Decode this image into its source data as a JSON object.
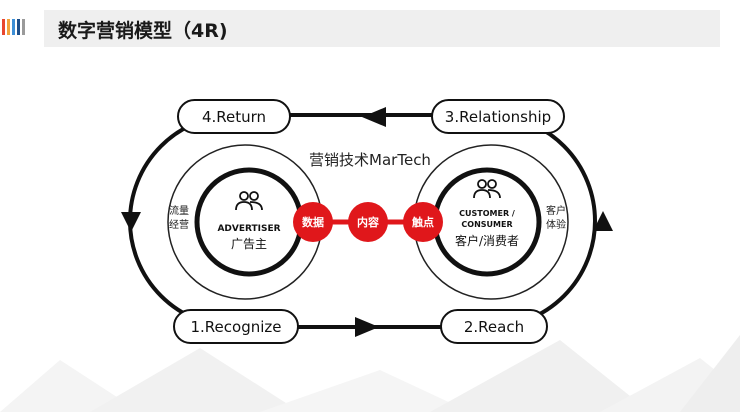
{
  "header": {
    "title": "数字营销模型（4R)",
    "logo_colors": [
      "#e8472f",
      "#f2a23a",
      "#3d8fd6",
      "#1c4e8a",
      "#9a9a9a"
    ]
  },
  "diagram": {
    "steps": {
      "return": "4.Return",
      "relationship": "3.Relationship",
      "recognize": "1.Recognize",
      "reach": "2.Reach"
    },
    "martech": "营销技术MarTech",
    "left_side": {
      "line1": "流量",
      "line2": "经营",
      "en": "ADVERTISER",
      "zh": "广告主",
      "icon": "people-icon"
    },
    "right_side": {
      "line1": "客户",
      "line2": "体验",
      "en_line1": "CUSTOMER /",
      "en_line2": "CONSUMER",
      "zh": "客户/消费者",
      "icon": "people-icon"
    },
    "connectors": [
      "数据",
      "内容",
      "触点"
    ],
    "colors": {
      "connector_red": "#e0171b",
      "stroke": "#111111"
    }
  }
}
